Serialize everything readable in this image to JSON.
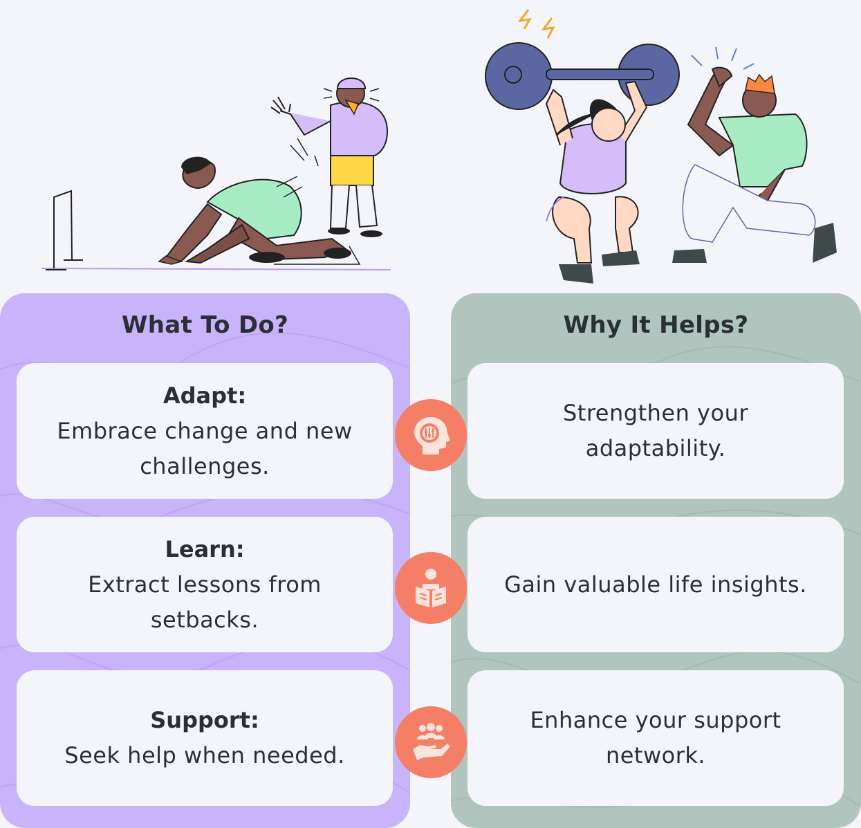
{
  "left_panel": {
    "title": "What To Do?",
    "cards": [
      {
        "heading": "Adapt:",
        "text": "Embrace change and new challenges."
      },
      {
        "heading": "Learn:",
        "text": "Extract lessons from setbacks."
      },
      {
        "heading": "Support:",
        "text": "Seek help when needed."
      }
    ]
  },
  "right_panel": {
    "title": "Why It Helps?",
    "cards": [
      {
        "text": "Strengthen your adaptability."
      },
      {
        "text": "Gain valuable life insights."
      },
      {
        "text": "Enhance your support network."
      }
    ]
  },
  "icons": [
    "mind-gear-icon",
    "reading-book-icon",
    "helping-hand-group-icon"
  ],
  "colors": {
    "background": "#f4f5fa",
    "left_panel": "#c9b3fb",
    "right_panel": "#b1c5be",
    "icon_circle": "#f47f66",
    "card": "#f4f5fa",
    "text": "#2a2f36"
  }
}
